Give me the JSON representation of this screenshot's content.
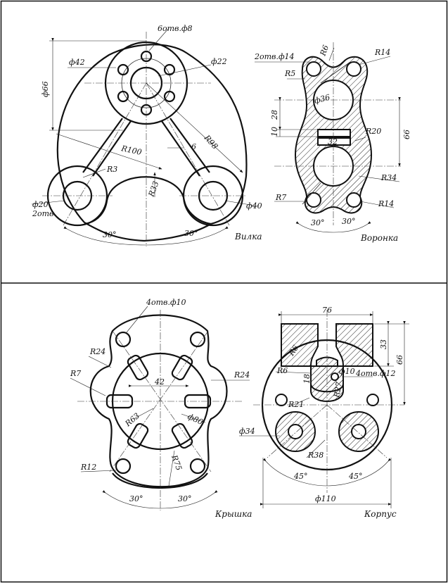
{
  "panels": {
    "vilka": {
      "caption": "Вилка",
      "labels": {
        "holes6": "6отв.ф8",
        "d42": "ф42",
        "d22": "ф22",
        "d66": "ф66",
        "r100": "R100",
        "r98": "R98",
        "six": "6",
        "r3": "R3",
        "r33": "R33",
        "d20": "ф20",
        "two_holes": "2отв.",
        "d40": "ф40",
        "a30_left": "30°",
        "a30_right": "30°"
      }
    },
    "voronka": {
      "caption": "Воронка",
      "labels": {
        "two_holes_d14": "2отв.ф14",
        "r6": "R6",
        "r14_top": "R14",
        "r5": "R5",
        "d36": "ф36",
        "d28": "28",
        "d10": "10",
        "d32": "32",
        "r20": "R20",
        "d66": "66",
        "r34": "R34",
        "r7": "R7",
        "r14_bottom": "R14",
        "a30_left": "30°",
        "a30_right": "30°"
      }
    },
    "kryshka": {
      "caption": "Крышка",
      "labels": {
        "holes4": "4отв.ф10",
        "r24_left": "R24",
        "r7": "R7",
        "d42": "42",
        "r24_right": "R24",
        "r63": "R63",
        "d80": "ф80",
        "r75": "R75",
        "r12": "R12",
        "a30_left": "30°",
        "a30_right": "30°"
      }
    },
    "korpus": {
      "caption": "Корпус",
      "labels": {
        "d76": "76",
        "d33": "33",
        "d66": "66",
        "r6_top": "R6",
        "r6": "R6",
        "d18": "18",
        "d10": "ф10",
        "holes4": "4отв.ф12",
        "r27": "R27",
        "r21": "R21",
        "d34": "ф34",
        "r38": "R38",
        "a45_left": "45°",
        "a45_right": "45°",
        "d110": "ф110"
      }
    }
  }
}
